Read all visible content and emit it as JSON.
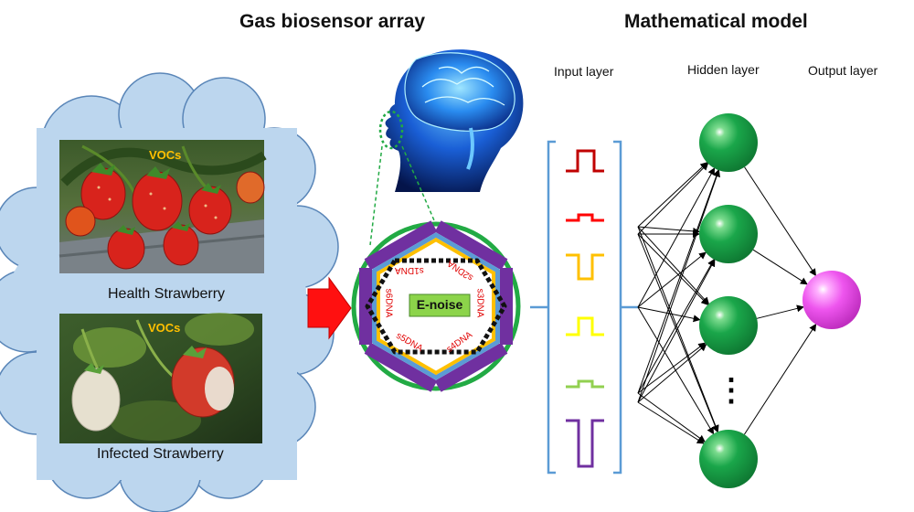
{
  "titles": {
    "left": "Gas biosensor array",
    "right": "Mathematical model"
  },
  "layers": {
    "input": "Input layer",
    "hidden": "Hidden layer",
    "output": "Output layer"
  },
  "photos": {
    "healthy_caption": "Health Strawberry",
    "infected_caption": "Infected Strawberry",
    "vocs": "VOCs"
  },
  "sensor": {
    "center_label": "E-noise",
    "dna_labels": [
      "s1DNA",
      "s2DNA",
      "s3DNA",
      "s4DNA",
      "s5DNA",
      "s6DNA"
    ]
  },
  "colors": {
    "cloud_fill": "#bcd6ee",
    "cloud_stroke": "#5a86b8",
    "node_green": "#1aa64a",
    "node_output": "#ee55ee",
    "arrow_red": "#ff1010",
    "ring_green": "#22aa44",
    "center_box": "#8cd44a",
    "bracket": "#5b9bd5",
    "vocs_text": "#ffc000"
  },
  "input_signals": [
    {
      "color": "#c00000",
      "shape": "pulse-up-tall"
    },
    {
      "color": "#ff0000",
      "shape": "pulse-up-small"
    },
    {
      "color": "#ffc000",
      "shape": "pulse-down"
    },
    {
      "color": "#ffff00",
      "shape": "pulse-up"
    },
    {
      "color": "#92d050",
      "shape": "pulse-up-small"
    },
    {
      "color": "#7030a0",
      "shape": "pulse-down-tall"
    }
  ],
  "hidden_ellipsis": "⋮"
}
